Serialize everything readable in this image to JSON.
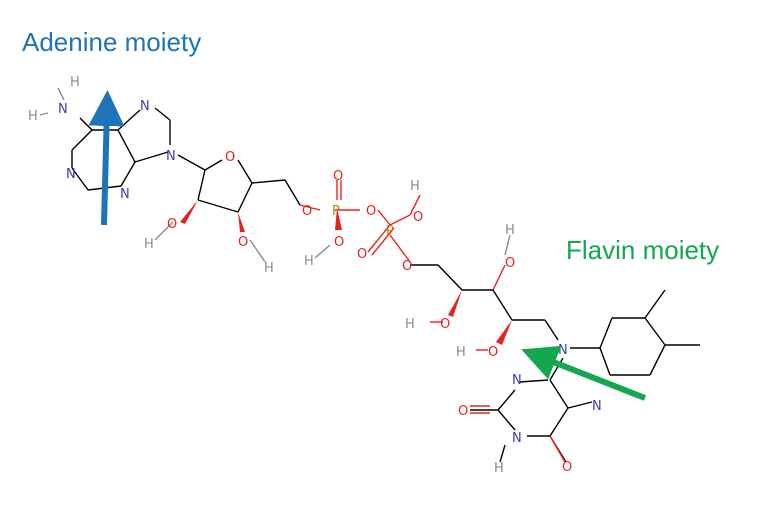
{
  "annotations": {
    "adenine": {
      "text": "Adenine moiety",
      "color": "#1f73b7"
    },
    "flavin": {
      "text": "Flavin moiety",
      "color": "#13a850"
    }
  },
  "atom_colors": {
    "carbon_bond": "#000000",
    "nitrogen": "#3b3bb8",
    "oxygen": "#e8211d",
    "phosphorus": "#b8860b",
    "hydrogen": "#8a8a8a"
  },
  "atoms": {
    "H": "H",
    "N": "N",
    "O": "O",
    "P": "P"
  }
}
